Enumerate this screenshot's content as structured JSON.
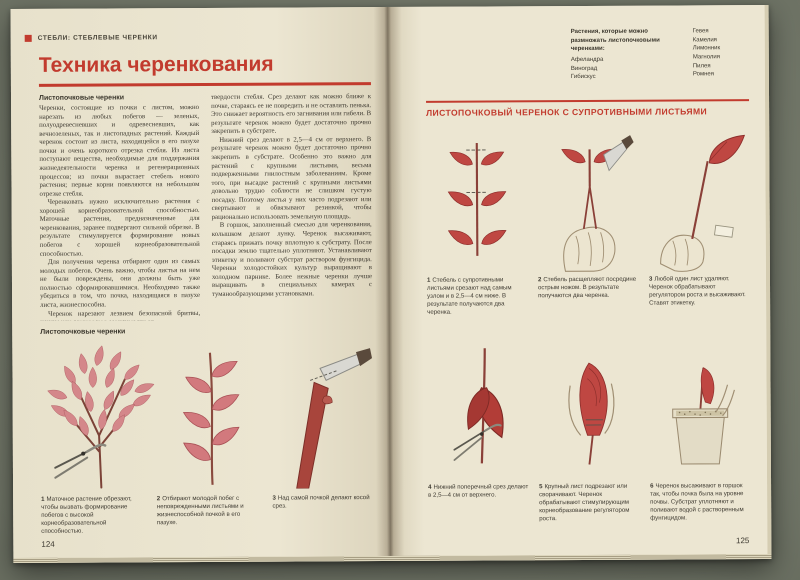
{
  "colors": {
    "accent": "#c23b2e",
    "leaf_red": "#bf4742",
    "leaf_pink": "#d4878a",
    "page": "#ece6d2",
    "background": "#6e7365"
  },
  "left_page": {
    "page_number": "124",
    "kicker": "СТЕБЛИ: СТЕБЛЕВЫЕ ЧЕРЕНКИ",
    "title": "Техника черенкования",
    "subheading1": "Листопочковые черенки",
    "subheading2": "Листопочковые черенки",
    "col1": [
      "Черенки, состоящие из почки с листом, можно нарезать из любых побегов — зеленых, полуодревесневших и одревесневших, как вечнозеленых, так и листопадных растений. Каждый черенок состоит из листа, находящейся в его пазухе почки и очень короткого отрезка стебля. Из листа поступают вещества, необходимые для поддержания жизнедеятельности черенка и регенерационных процессов; из почки вырастает стебель нового растения; первые корни появляются на небольшом отрезке стебля.",
      "Черенковать нужно исключительно растения с хорошей корнеобразовательной способностью. Маточные растения, предназначенные для черенкования, заранее подвергают сильной обрезке. В результате стимулируется формирование новых побегов с хорошей корнеобразовательной способностью.",
      "Для получения черенка отбирают один из самых молодых побегов. Очень важно, чтобы листья на нем не были повреждены, они должны быть уже полностью сформировавшимися. Необходимо также убедиться в том, что почка, находящаяся в пазухе листа, жизнеспособна.",
      "Черенок нарезают лезвием безопасной бритвы, ножом или секатором в зависимости от"
    ],
    "col2": [
      "твердости стебля. Срез делают как можно ближе к почке, стараясь ее не повредить и не оставлять пенька. Это снижает вероятность его загнивания или гибели. В результате черенок можно будет достаточно прочно закрепить в субстрате.",
      "Нижний срез делают в 2,5—4 см от верхнего. В результате черенок можно будет достаточно прочно закрепить в субстрате. Особенно это важно для растений с крупными листьями, весьма подверженными гнилостным заболеваниям. Кроме того, при высадке растений с крупными листьями довольно трудно соблюсти не слишком густую посадку. Поэтому листья у них часто подрезают или свертывают и обвязывают резинкой, чтобы рационально использовать земельную площадь.",
      "В горшок, заполненный смесью для черенкования, колышком делают лунку. Черенок высаживают, стараясь прижать почку вплотную к субстрату. После посадки землю тщательно уплотняют. Устанавливают этикетку и поливают субстрат раствором фунгицида. Черенки холодостойких культур выращивают в холодном парнике. Более нежные черенки лучше выращивать в специальных камерах с туманообразующими установками."
    ],
    "figures": [
      {
        "num": "1",
        "text": "Маточное растение обрезают, чтобы вызвать формирование побегов с высокой корнеобразовательной способностью."
      },
      {
        "num": "2",
        "text": "Отбирают молодой побег с неповрежденными листьями и жизнеспособной почкой в его пазухе."
      },
      {
        "num": "3",
        "text": "Над самой почкой делают косой срез."
      }
    ]
  },
  "right_page": {
    "page_number": "125",
    "plants_heading": "Растения, которые можно размножать листопочковыми черенками:",
    "plants_col1": [
      "Афеландра",
      "Виноград",
      "Гибискус"
    ],
    "plants_col2": [
      "Гевея",
      "Камелия",
      "Лимонник",
      "Магнолия",
      "Пилея",
      "Ромнея"
    ],
    "section_title": "ЛИСТОПОЧКОВЫЙ ЧЕРЕНОК С СУПРОТИВНЫМИ ЛИСТЬЯМИ",
    "steps": [
      {
        "num": "1",
        "text": "Стебель с супротивными листьями срезают над самым узлом и в 2,5—4 см ниже. В результате получаются два черенка."
      },
      {
        "num": "2",
        "text": "Стебель расщепляют посредине острым ножом. В результате получаются два черенка."
      },
      {
        "num": "3",
        "text": "Любой один лист удаляют. Черенок обрабатывают регулятором роста и высаживают. Ставят этикетку."
      },
      {
        "num": "4",
        "text": "Нижний поперечный срез делают в 2,5—4 см от верхнего."
      },
      {
        "num": "5",
        "text": "Крупный лист подрезают или сворачивают. Черенок обрабатывают стимулирующим корнеобразование регулятором роста."
      },
      {
        "num": "6",
        "text": "Черенок высаживают в горшок так, чтобы почка была на уровне почвы. Субстрат уплотняют и поливают водой с растворенным фунгицидом."
      }
    ]
  }
}
